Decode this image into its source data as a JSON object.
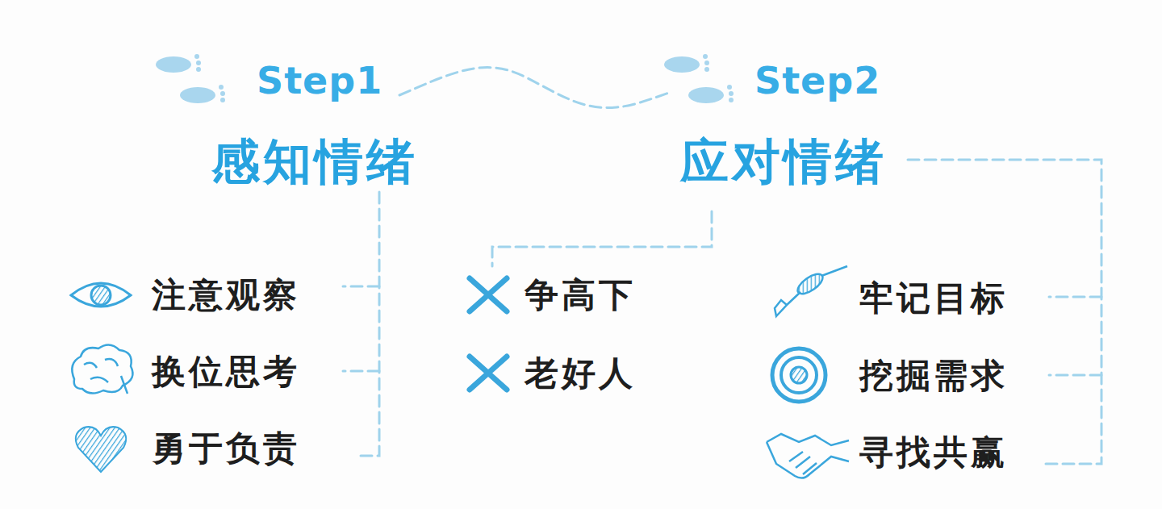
{
  "diagram": {
    "labels": [
      "Step1",
      "感知情绪",
      "Step2",
      "应对情绪",
      "注意观察",
      "换位思考",
      "勇于负责",
      "争高下",
      "老好人",
      "牢记目标",
      "挖掘需求",
      "寻找共赢"
    ]
  }
}
